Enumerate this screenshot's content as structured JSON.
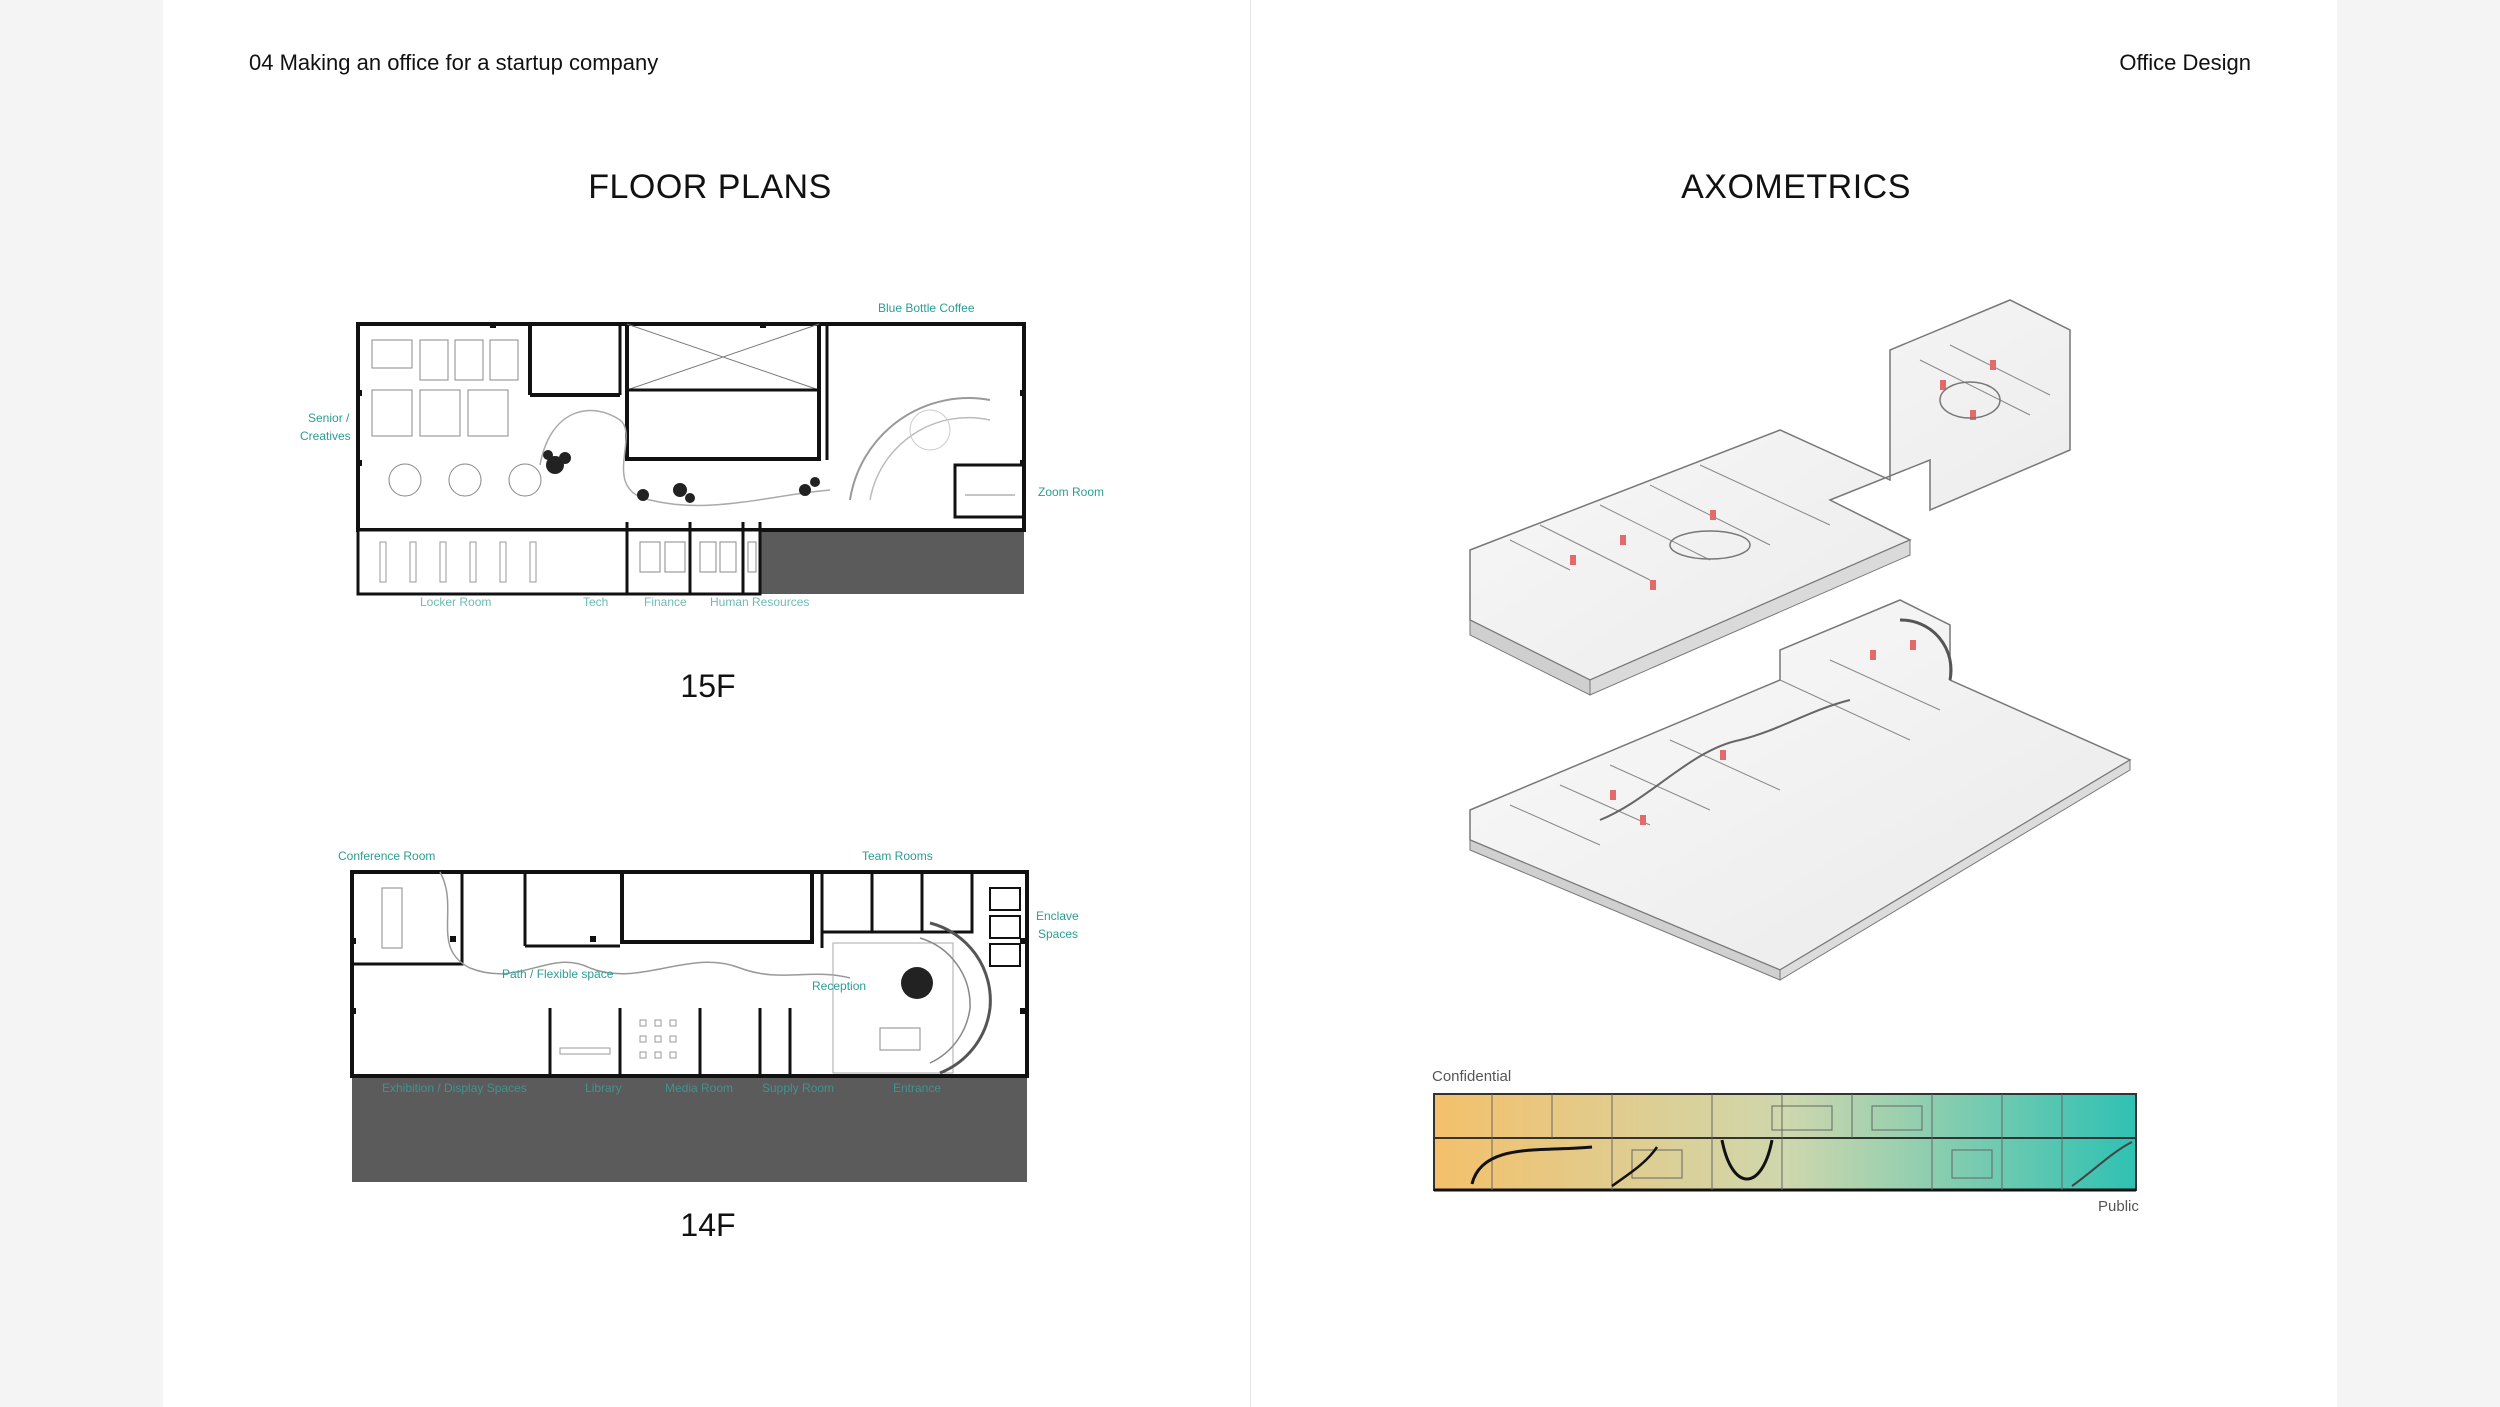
{
  "header": {
    "left": "04 Making an office for a startup company",
    "right": "Office Design"
  },
  "titles": {
    "floor_plans": "FLOOR PLANS",
    "axometrics": "AXOMETRICS"
  },
  "floor15": {
    "level": "15F",
    "labels": {
      "senior_line1": "Senior /",
      "senior_line2": "Creatives",
      "blue_bottle": "Blue Bottle Coffee",
      "zoom_room": "Zoom Room",
      "locker_room": "Locker Room",
      "tech": "Tech",
      "finance": "Finance",
      "hr": "Human Resources"
    }
  },
  "floor14": {
    "level": "14F",
    "labels": {
      "conference": "Conference Room",
      "team_rooms": "Team Rooms",
      "enclave_line1": "Enclave",
      "enclave_line2": "Spaces",
      "path_flex": "Path / Flexible space",
      "reception": "Reception",
      "exhibition": "Exhibition / Display Spaces",
      "library": "Library",
      "media_room": "Media Room",
      "supply_room": "Supply Room",
      "entrance": "Entrance"
    }
  },
  "section": {
    "confidential": "Confidential",
    "public": "Public",
    "gradient_start": "#f4c06b",
    "gradient_end": "#2fc1b3"
  },
  "colors": {
    "accent": "#2a9d95",
    "core": "#5b5b5b",
    "highlight": "#e26a6a"
  }
}
